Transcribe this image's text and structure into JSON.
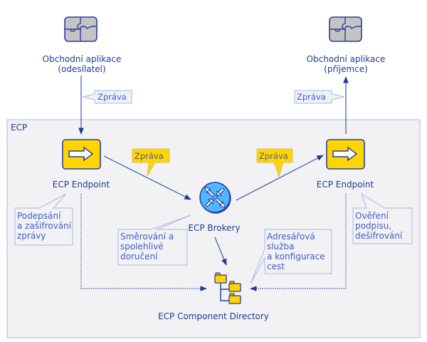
{
  "diagram": {
    "container_label": "ECP",
    "sender_app": {
      "line1": "Obchodní aplikace",
      "line2": "(odesílatel)",
      "icon": "puzzle-icon"
    },
    "receiver_app": {
      "line1": "Obchodní aplikace",
      "line2": "(příjemce)",
      "icon": "puzzle-icon"
    },
    "endpoint_left": {
      "label": "ECP Endpoint",
      "icon": "arrow-right-icon"
    },
    "endpoint_right": {
      "label": "ECP Endpoint",
      "icon": "arrow-right-icon"
    },
    "brokers": {
      "label": "ECP Brokery",
      "icon": "router-icon"
    },
    "directory": {
      "label": "ECP Component Directory",
      "icon": "folder-tree-icon"
    },
    "message_callouts": {
      "sender_to_endpoint": "Zpráva",
      "endpoint_to_broker": "Zpráva",
      "broker_to_endpoint": "Zpráva",
      "endpoint_to_receiver": "Zpráva"
    },
    "notes": {
      "endpoint_left": "Podepsání\na zašifrování\nzprávy",
      "brokers": "Směrování a\nspolehlivé\ndoručení",
      "directory": "Adresářová\nslužba\na konfigurace\ncest",
      "endpoint_right": "Ověření\npodpisu,\ndešifrování"
    },
    "colors": {
      "primary": "#1f3a93",
      "line": "#3a55b0",
      "accent_yellow": "#ffd500",
      "router_blue": "#4db8ff",
      "container_bg": "#f2f2f4",
      "note_border": "#a9b8e0"
    }
  }
}
